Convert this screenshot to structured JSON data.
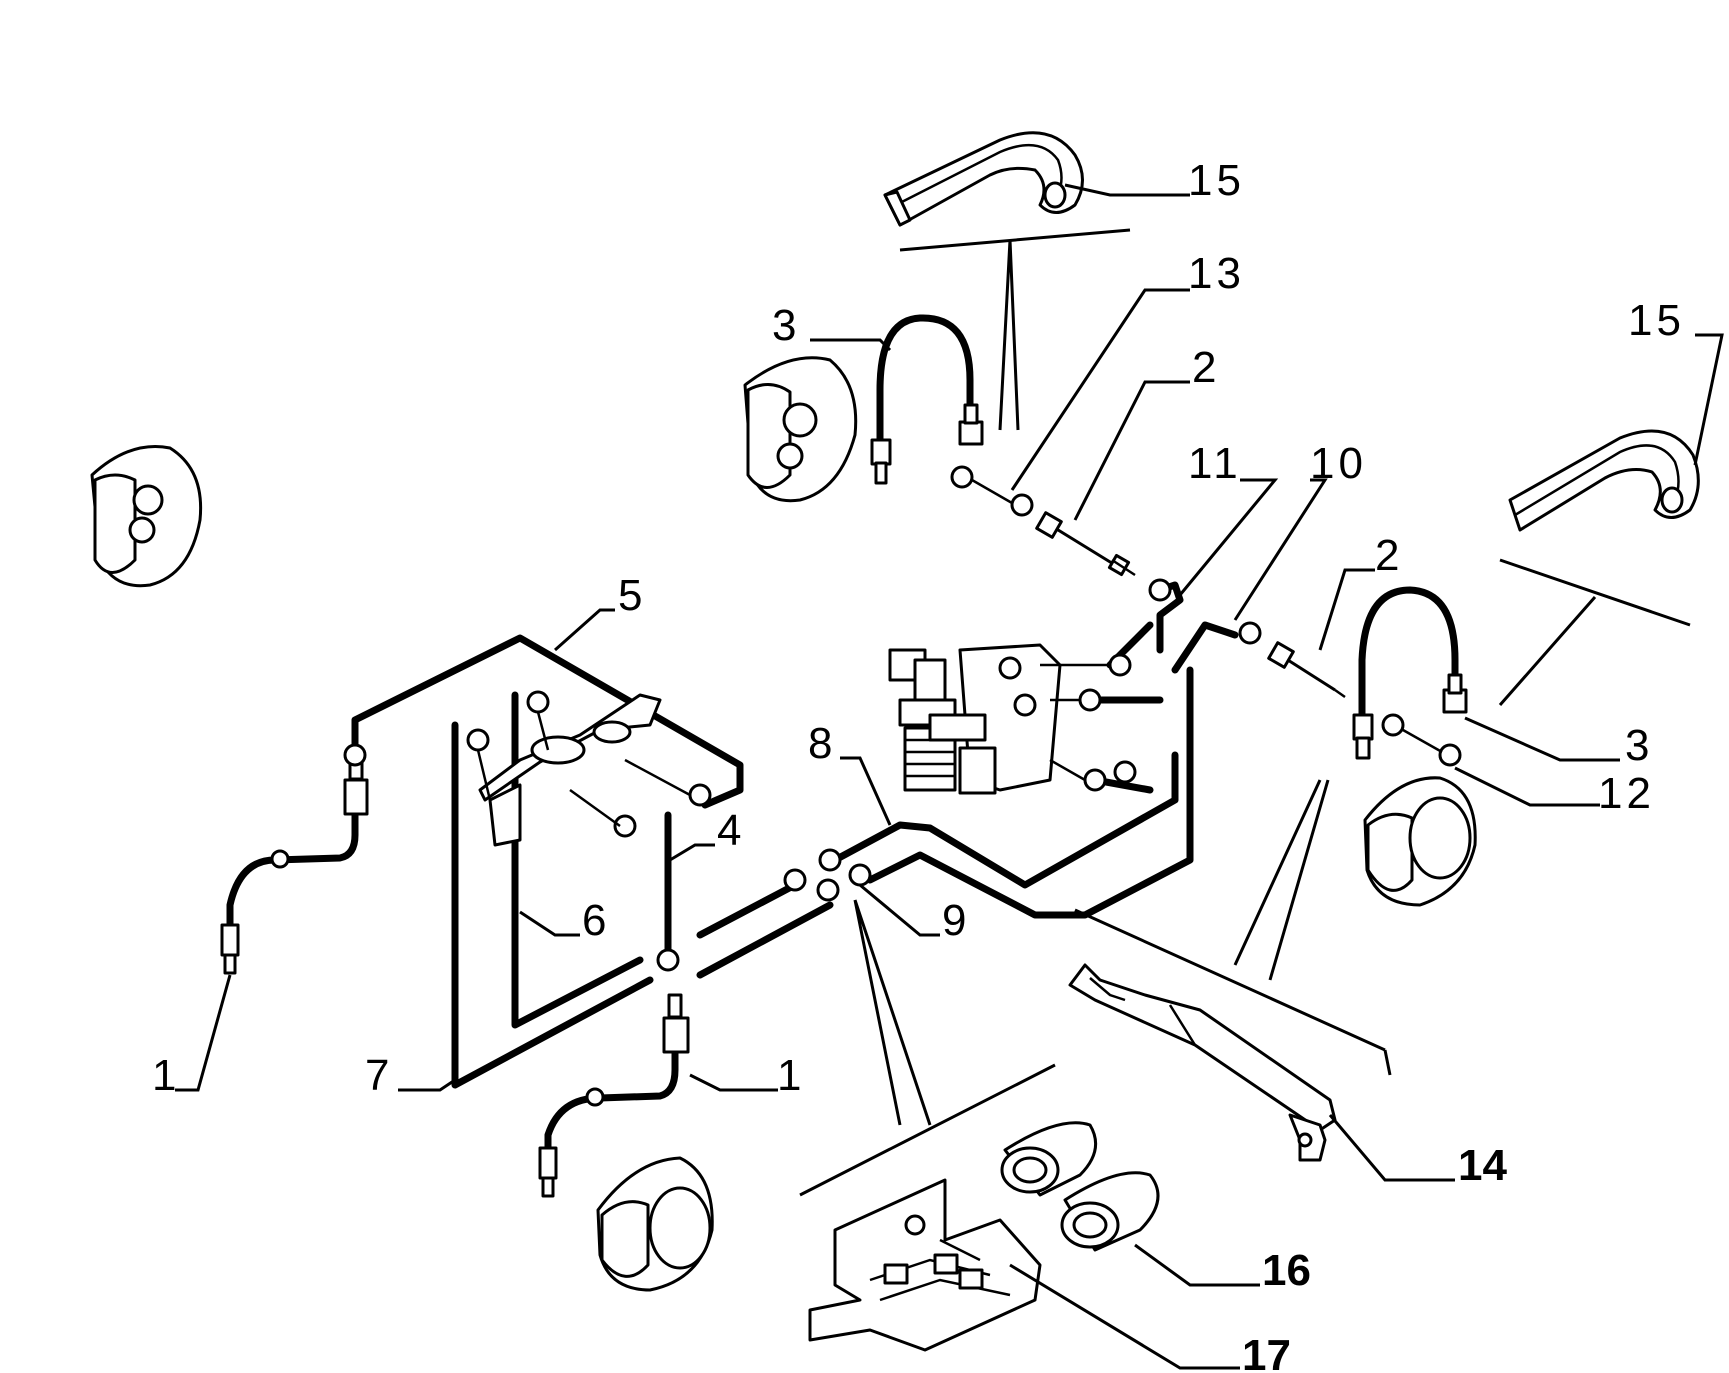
{
  "callouts": [
    {
      "id": "c1a",
      "text": "1"
    },
    {
      "id": "c1b",
      "text": "1"
    },
    {
      "id": "c2a",
      "text": "2"
    },
    {
      "id": "c2b",
      "text": "2"
    },
    {
      "id": "c3a",
      "text": "3"
    },
    {
      "id": "c3b",
      "text": "3"
    },
    {
      "id": "c4",
      "text": "4"
    },
    {
      "id": "c5",
      "text": "5"
    },
    {
      "id": "c6",
      "text": "6"
    },
    {
      "id": "c7",
      "text": "7"
    },
    {
      "id": "c8",
      "text": "8"
    },
    {
      "id": "c9",
      "text": "9"
    },
    {
      "id": "c10",
      "text": "10"
    },
    {
      "id": "c11",
      "text": "11"
    },
    {
      "id": "c12",
      "text": "12"
    },
    {
      "id": "c13",
      "text": "13"
    },
    {
      "id": "c14",
      "text": "14"
    },
    {
      "id": "c15a",
      "text": "15"
    },
    {
      "id": "c15b",
      "text": "15"
    },
    {
      "id": "c16",
      "text": "16"
    },
    {
      "id": "c17",
      "text": "17"
    }
  ]
}
